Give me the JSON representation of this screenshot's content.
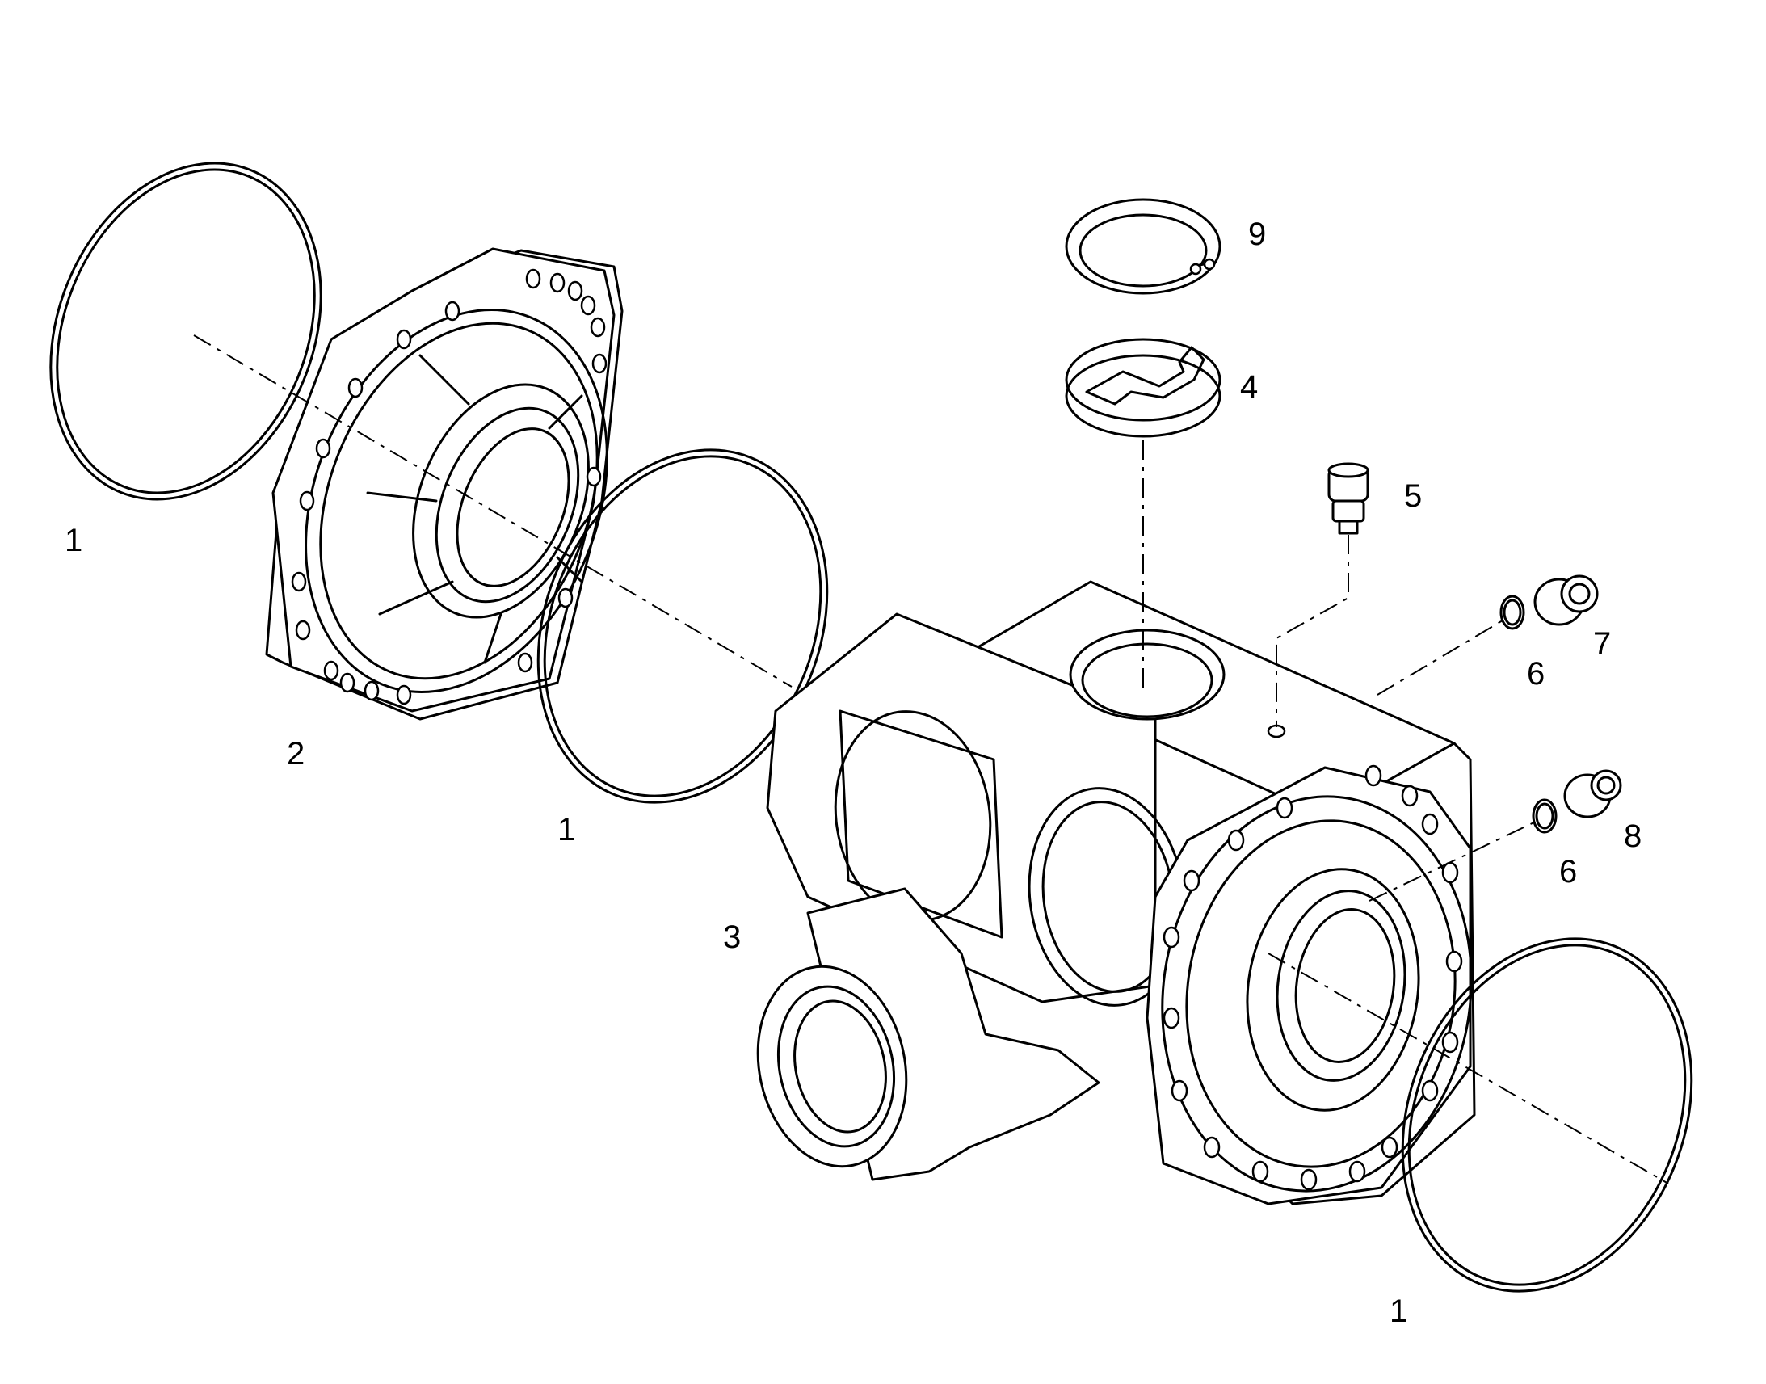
{
  "callouts": [
    {
      "id": "oring-left",
      "label": "1"
    },
    {
      "id": "cover",
      "label": "2"
    },
    {
      "id": "oring-middle",
      "label": "1"
    },
    {
      "id": "housing",
      "label": "3"
    },
    {
      "id": "oring-right",
      "label": "1"
    },
    {
      "id": "cap",
      "label": "4"
    },
    {
      "id": "breather",
      "label": "5"
    },
    {
      "id": "seal-upper",
      "label": "6"
    },
    {
      "id": "plug-upper",
      "label": "7"
    },
    {
      "id": "seal-lower",
      "label": "6"
    },
    {
      "id": "plug-lower",
      "label": "8"
    },
    {
      "id": "snap-ring",
      "label": "9"
    }
  ]
}
